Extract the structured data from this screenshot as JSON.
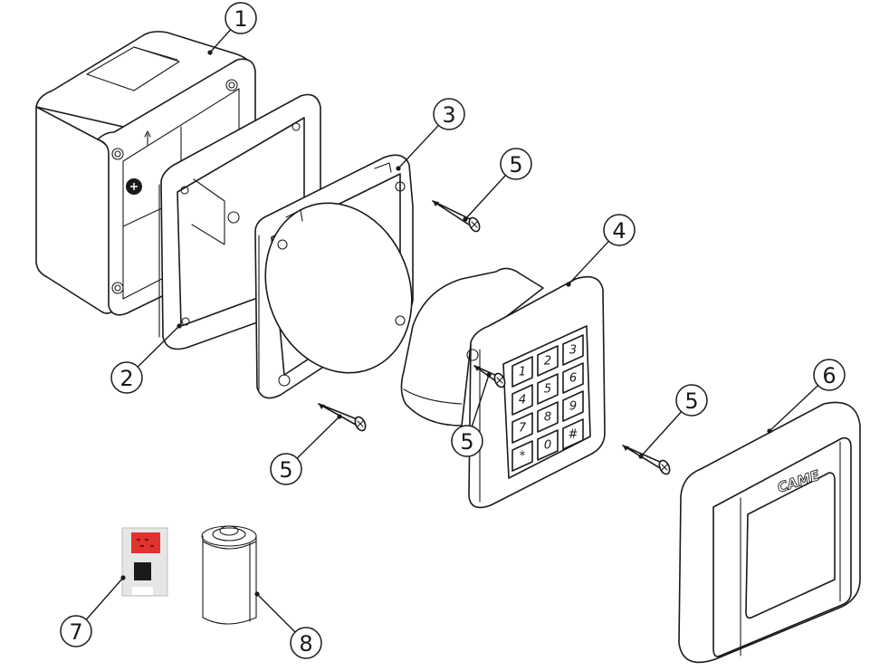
{
  "diagram": {
    "title": "Exploded view – keypad selector assembly",
    "brand_label": "CAME",
    "keypad_keys": [
      "1",
      "2",
      "3",
      "4",
      "5",
      "6",
      "7",
      "8",
      "9",
      "*",
      "0",
      "#"
    ],
    "callouts": [
      {
        "id": "1",
        "label": "1",
        "part": "wall-mount-box"
      },
      {
        "id": "2",
        "label": "2",
        "part": "gasket"
      },
      {
        "id": "3",
        "label": "3",
        "part": "mounting-frame"
      },
      {
        "id": "4",
        "label": "4",
        "part": "keypad-module"
      },
      {
        "id": "5a",
        "label": "5",
        "part": "screw"
      },
      {
        "id": "5b",
        "label": "5",
        "part": "screw"
      },
      {
        "id": "5c",
        "label": "5",
        "part": "screw"
      },
      {
        "id": "5d",
        "label": "5",
        "part": "screw"
      },
      {
        "id": "6",
        "label": "6",
        "part": "front-cover"
      },
      {
        "id": "7",
        "label": "7",
        "part": "circuit-board"
      },
      {
        "id": "8",
        "label": "8",
        "part": "battery"
      }
    ],
    "colors": {
      "line": "#1a1a1a",
      "background": "#ffffff",
      "board": "#e6e6e6",
      "connector": "#e0332f",
      "chip": "#1a1a1a"
    }
  }
}
